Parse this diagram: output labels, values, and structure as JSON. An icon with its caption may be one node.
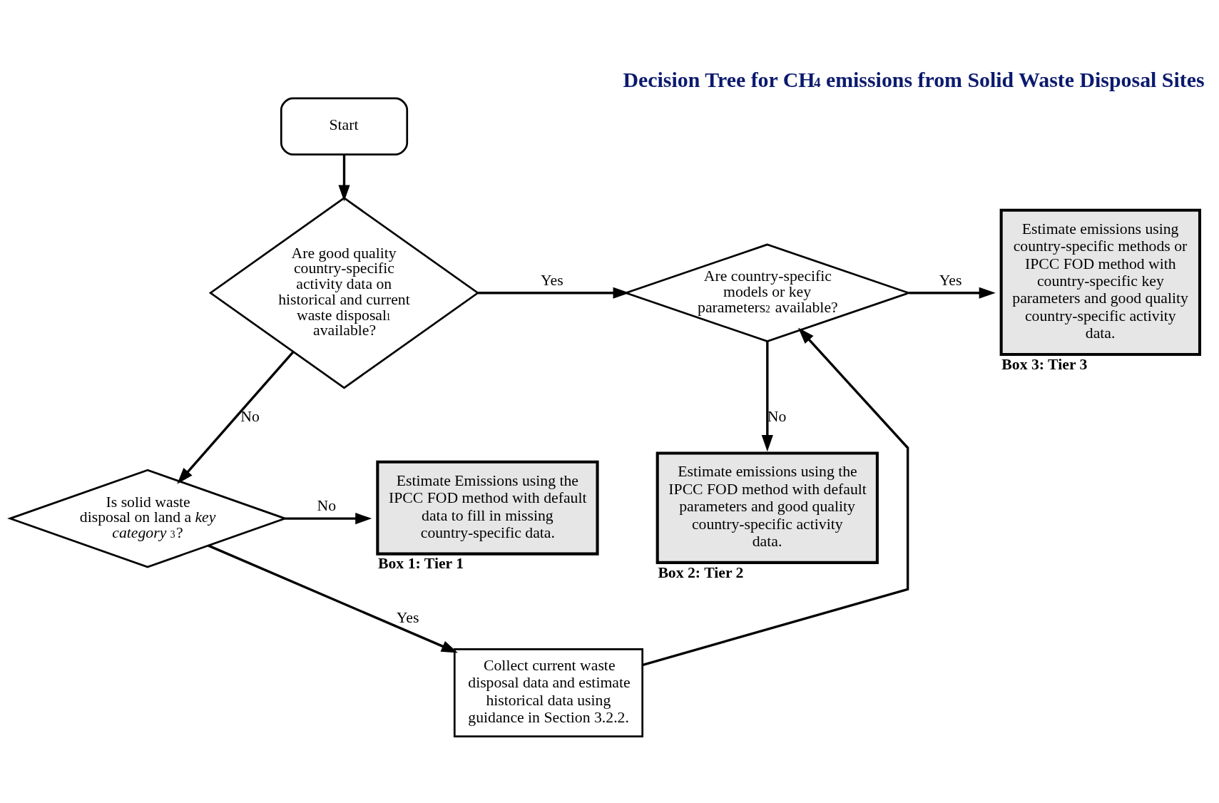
{
  "diagram": {
    "title": "Decision Tree for CH$_{4}$ emissions from Solid Waste Disposal Sites",
    "nodes": [
      {
        "text": [
          "Start"
        ]
      },
      {
        "text": [
          "Are good quality country-specific activity data on historical and current waste disposal$^{1}$ available?"
        ]
      },
      {
        "text": [
          "Are country-specific models or key parameters$^{2}$ available?"
        ]
      },
      {
        "text": [
          "Estimate emissions using country-specific methods or IPCC FOD method with country-specific key parameters and good quality country-specific activity data."
        ],
        "beside": [
          "Box 3: Tier 3"
        ]
      },
      {
        "text": [
          "Collect current waste disposal data and estimate historical data using guidance in Section 3.2.2."
        ]
      },
      {
        "text": [
          "Is solid waste disposal on land a *key category* $^{3}$?"
        ]
      },
      {
        "text": [
          "Estimate emissions using the IPCC FOD method with default parameters and good quality country-specific activity data."
        ],
        "beside": [
          "Box 2: Tier 2"
        ]
      },
      {
        "text": [
          "Estimate Emissions using the IPCC FOD method with default data to fill in missing country-specific data."
        ],
        "beside": [
          "Box 1: Tier 1"
        ]
      }
    ],
    "edges": [
      {
        "from": 0,
        "to": 1,
        "arrow": "to"
      },
      {
        "from": 1,
        "to": 2,
        "arrow": "to",
        "label": "Yes"
      },
      {
        "from": 2,
        "to": 3,
        "arrow": "to",
        "label": "Yes"
      },
      {
        "from": 1,
        "to": 5,
        "arrow": "to",
        "label": "No"
      },
      {
        "from": 5,
        "to": 4,
        "arrow": "to",
        "label": "Yes"
      },
      {
        "from": 4,
        "to": 2,
        "arrow": "to"
      },
      {
        "from": 2,
        "to": 6,
        "arrow": "to",
        "label": "No"
      },
      {
        "from": 5,
        "to": 7,
        "arrow": "to",
        "label": "No"
      }
    ]
  }
}
